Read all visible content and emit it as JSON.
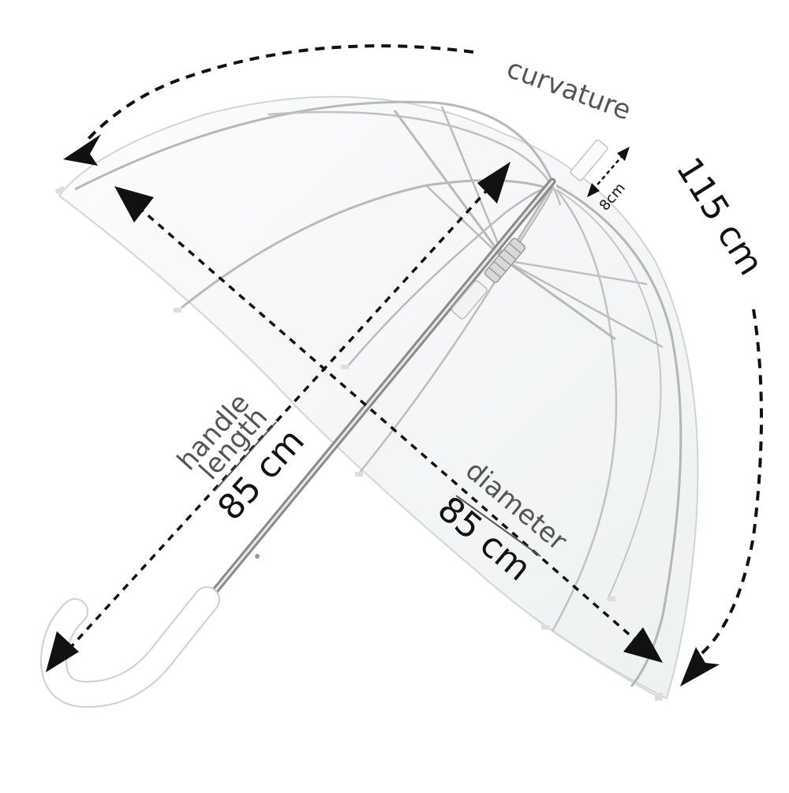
{
  "diagram": {
    "subject": "umbrella-dimensions",
    "labels": {
      "curvature_word": "curvature",
      "curvature_value": "115 cm",
      "tip_value": "8cm",
      "handle_word_1": "handle",
      "handle_word_2": "length",
      "handle_value": "85 cm",
      "diameter_word": "diameter",
      "diameter_value": "85 cm"
    },
    "colors": {
      "arrow": "#111111",
      "label_grey": "#555555",
      "frame": "#b9b9b9",
      "canopy_fill": "#f4f6f7",
      "handle": "#ffffff"
    }
  }
}
